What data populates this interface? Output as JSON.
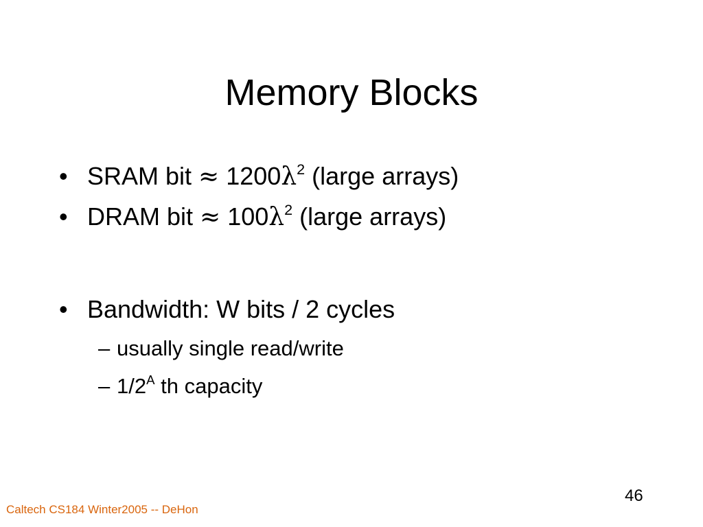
{
  "slide": {
    "title": "Memory Blocks",
    "bullets": {
      "b1": {
        "marker": "•",
        "pre": "SRAM bit ",
        "approx": "≈",
        "value": " 1200",
        "lambda": "λ",
        "exp": "2",
        "post": " (large arrays)"
      },
      "b2": {
        "marker": "•",
        "pre": "DRAM bit ",
        "approx": "≈",
        "value": " 100",
        "lambda": "λ",
        "exp": "2",
        "post": " (large arrays)"
      },
      "b3": {
        "marker": "•",
        "text": "Bandwidth: W bits / 2 cycles"
      }
    },
    "subbullets": {
      "s1": {
        "marker": "–",
        "text": "usually single read/write"
      },
      "s2": {
        "marker": "–",
        "pre": "1/2",
        "exp": "A",
        "post": " th capacity"
      }
    },
    "footer": "Caltech CS184 Winter2005 -- DeHon",
    "page_number": "46",
    "colors": {
      "text": "#000000",
      "footer": "#d9650d",
      "background": "#ffffff"
    }
  }
}
